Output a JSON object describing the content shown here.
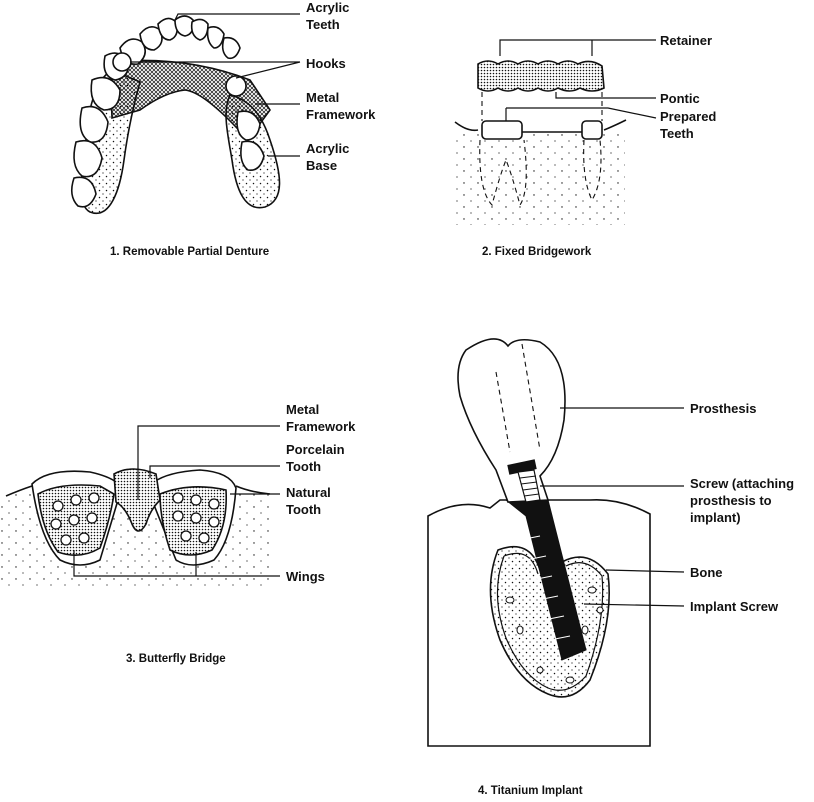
{
  "panels": {
    "p1": {
      "caption": "1. Removable Partial Denture",
      "labels": {
        "acrylic_teeth_1": "Acrylic",
        "acrylic_teeth_2": "Teeth",
        "hooks": "Hooks",
        "metal_framework_1": "Metal",
        "metal_framework_2": "Framework",
        "acrylic_base_1": "Acrylic",
        "acrylic_base_2": "Base"
      }
    },
    "p2": {
      "caption": "2. Fixed Bridgework",
      "labels": {
        "retainer": "Retainer",
        "pontic": "Pontic",
        "prepared_teeth_1": "Prepared",
        "prepared_teeth_2": "Teeth"
      }
    },
    "p3": {
      "caption": "3. Butterfly Bridge",
      "labels": {
        "metal_framework_1": "Metal",
        "metal_framework_2": "Framework",
        "porcelain_tooth_1": "Porcelain",
        "porcelain_tooth_2": "Tooth",
        "natural_tooth_1": "Natural",
        "natural_tooth_2": "Tooth",
        "wings": "Wings"
      }
    },
    "p4": {
      "caption": "4. Titanium Implant",
      "labels": {
        "prosthesis": "Prosthesis",
        "screw_1": "Screw (attaching",
        "screw_2": "prosthesis to",
        "screw_3": "implant)",
        "bone": "Bone",
        "implant_screw": "Implant Screw"
      }
    }
  },
  "colors": {
    "ink": "#111111",
    "paper": "#ffffff"
  }
}
